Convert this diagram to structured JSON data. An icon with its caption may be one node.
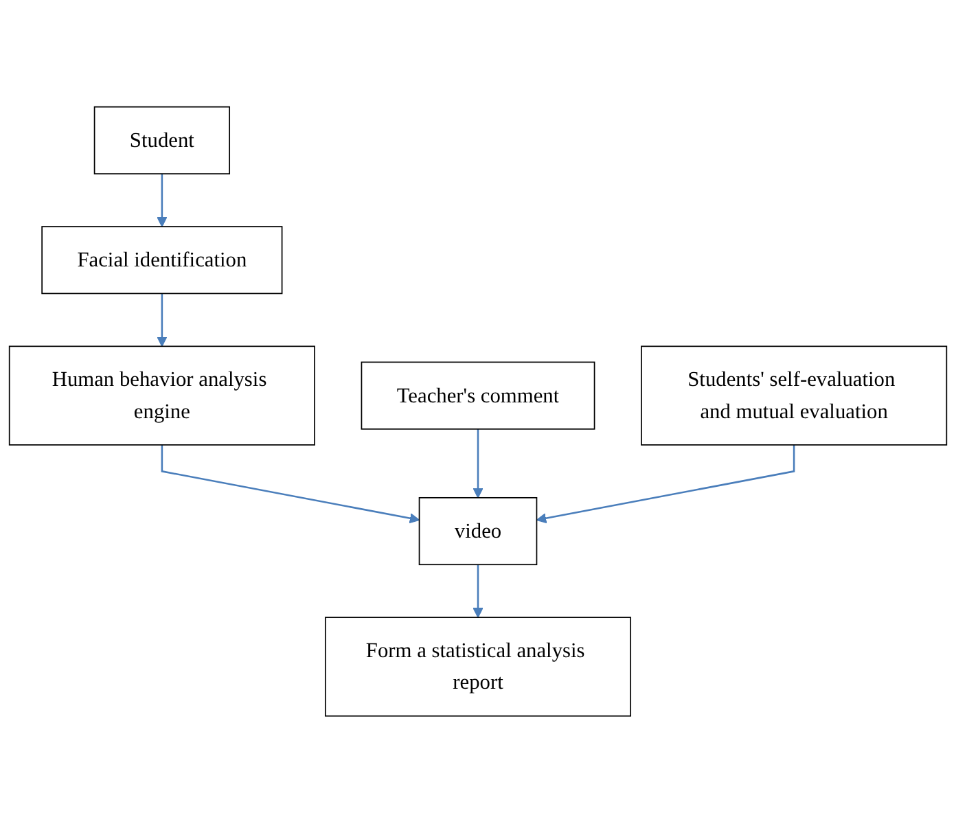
{
  "diagram": {
    "nodes": [
      {
        "text": [
          "Student"
        ]
      },
      {
        "text": [
          "Facial identification"
        ]
      },
      {
        "text": [
          "Human behavior analysis engine"
        ]
      },
      {
        "text": [
          "video"
        ]
      },
      {
        "text": [
          "Teacher's comment"
        ]
      },
      {
        "text": [
          "Students' self-evaluation and mutual evaluation"
        ]
      },
      {
        "text": [
          "Form a statistical analysis report"
        ]
      }
    ],
    "edges": [
      {
        "from": 0,
        "to": 1,
        "arrow": "to"
      },
      {
        "from": 1,
        "to": 2,
        "arrow": "to"
      },
      {
        "from": 2,
        "to": 3,
        "arrow": "to"
      },
      {
        "from": 4,
        "to": 3,
        "arrow": "to"
      },
      {
        "from": 5,
        "to": 3,
        "arrow": "to"
      },
      {
        "from": 3,
        "to": 6,
        "arrow": "to"
      }
    ]
  }
}
